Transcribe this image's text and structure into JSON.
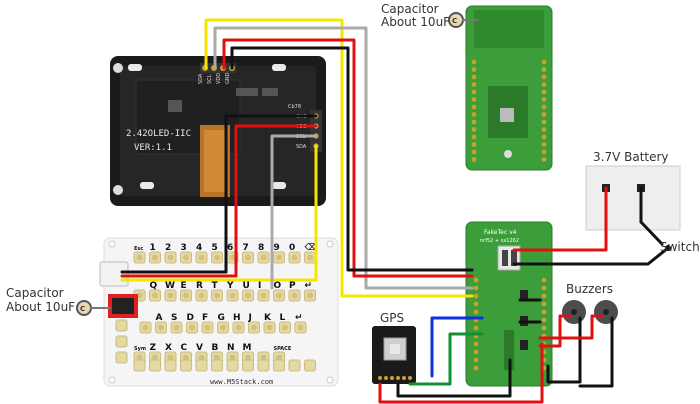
{
  "labels": {
    "capacitor_top": [
      "Capacitor",
      "About 10uF"
    ],
    "capacitor_left": [
      "Capacitor",
      "About 10uF"
    ],
    "battery": "3.7V Battery",
    "switch": "Switch",
    "buzzers": "Buzzers",
    "gps": "GPS"
  },
  "oled": {
    "name": "2.42OLED-IIC",
    "version": "VER:1.1",
    "top_pins": [
      "SDA",
      "SCL",
      "VDD",
      "GND"
    ],
    "side_pins": [
      "GND",
      "VDD",
      "SCL",
      "SDA"
    ],
    "side_code": "Cb78"
  },
  "keyboard": {
    "rows": [
      [
        "Esc",
        "1",
        "2",
        "3",
        "4",
        "5",
        "6",
        "7",
        "8",
        "9",
        "0",
        "⌫"
      ],
      [
        "",
        "Q",
        "W",
        "E",
        "R",
        "T",
        "Y",
        "U",
        "I",
        "O",
        "P",
        "↵"
      ],
      [
        "",
        "A",
        "S",
        "D",
        "F",
        "G",
        "H",
        "J",
        "K",
        "L",
        "↵"
      ],
      [
        "Sym",
        "Z",
        "X",
        "C",
        "V",
        "B",
        "N",
        "M",
        "",
        "SPACE"
      ]
    ],
    "url": "www.M5Stack.com"
  },
  "faketec": {
    "title": "FakeTec v4",
    "subtitle": "nrf52 + sx1262"
  },
  "wire_colors": {
    "black": "#111111",
    "red": "#e01010",
    "yellow": "#f5e600",
    "gray": "#aaaaaa",
    "blue": "#1030e0",
    "green": "#109030",
    "pcb_green": "#3c9e3a"
  }
}
